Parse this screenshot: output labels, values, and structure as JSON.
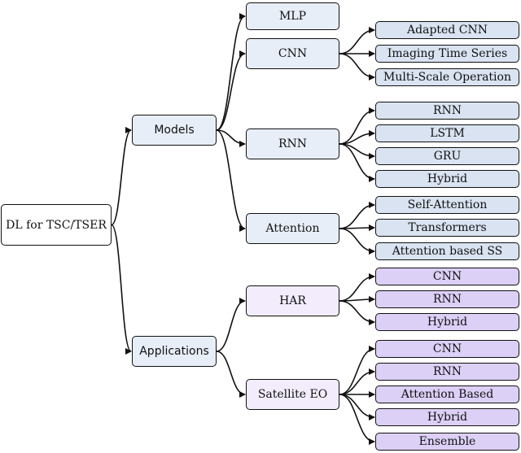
{
  "diagram": {
    "root": "DL for TSC/TSER",
    "branches": {
      "models": "Models",
      "applications": "Applications"
    },
    "models": {
      "mlp": "MLP",
      "cnn": "CNN",
      "rnn": "RNN",
      "attention": "Attention"
    },
    "cnn_children": [
      "Adapted CNN",
      "Imaging Time Series",
      "Multi-Scale Operation"
    ],
    "rnn_children": [
      "RNN",
      "LSTM",
      "GRU",
      "Hybrid"
    ],
    "attention_children": [
      "Self-Attention",
      "Transformers",
      "Attention based SS"
    ],
    "applications": {
      "har": "HAR",
      "satellite": "Satellite EO"
    },
    "har_children": [
      "CNN",
      "RNN",
      "Hybrid"
    ],
    "satellite_children": [
      "CNN",
      "RNN",
      "Attention Based",
      "Hybrid",
      "Ensemble"
    ]
  }
}
